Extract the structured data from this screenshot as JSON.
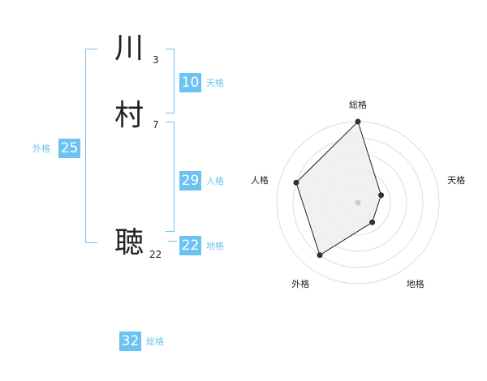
{
  "name": {
    "characters": [
      {
        "char": "川",
        "strokes": "3"
      },
      {
        "char": "村",
        "strokes": "7"
      },
      {
        "char": "聴",
        "strokes": "22"
      }
    ]
  },
  "fortune": {
    "tenkaku": {
      "value": "10",
      "label": "天格"
    },
    "jinkaku": {
      "value": "29",
      "label": "人格"
    },
    "chikaku": {
      "value": "22",
      "label": "地格"
    },
    "gaikaku": {
      "value": "25",
      "label": "外格"
    },
    "soukaku": {
      "value": "32",
      "label": "総格"
    }
  },
  "colors": {
    "accent": "#6cc3f2",
    "text": "#222222",
    "radar_fill": "#eeeeee",
    "ring": "#dddddd"
  },
  "chart_data": {
    "type": "radar",
    "axes": [
      "総格",
      "天格",
      "地格",
      "外格",
      "人格"
    ],
    "values": [
      10,
      3,
      3,
      8,
      8
    ],
    "max": 10
  }
}
